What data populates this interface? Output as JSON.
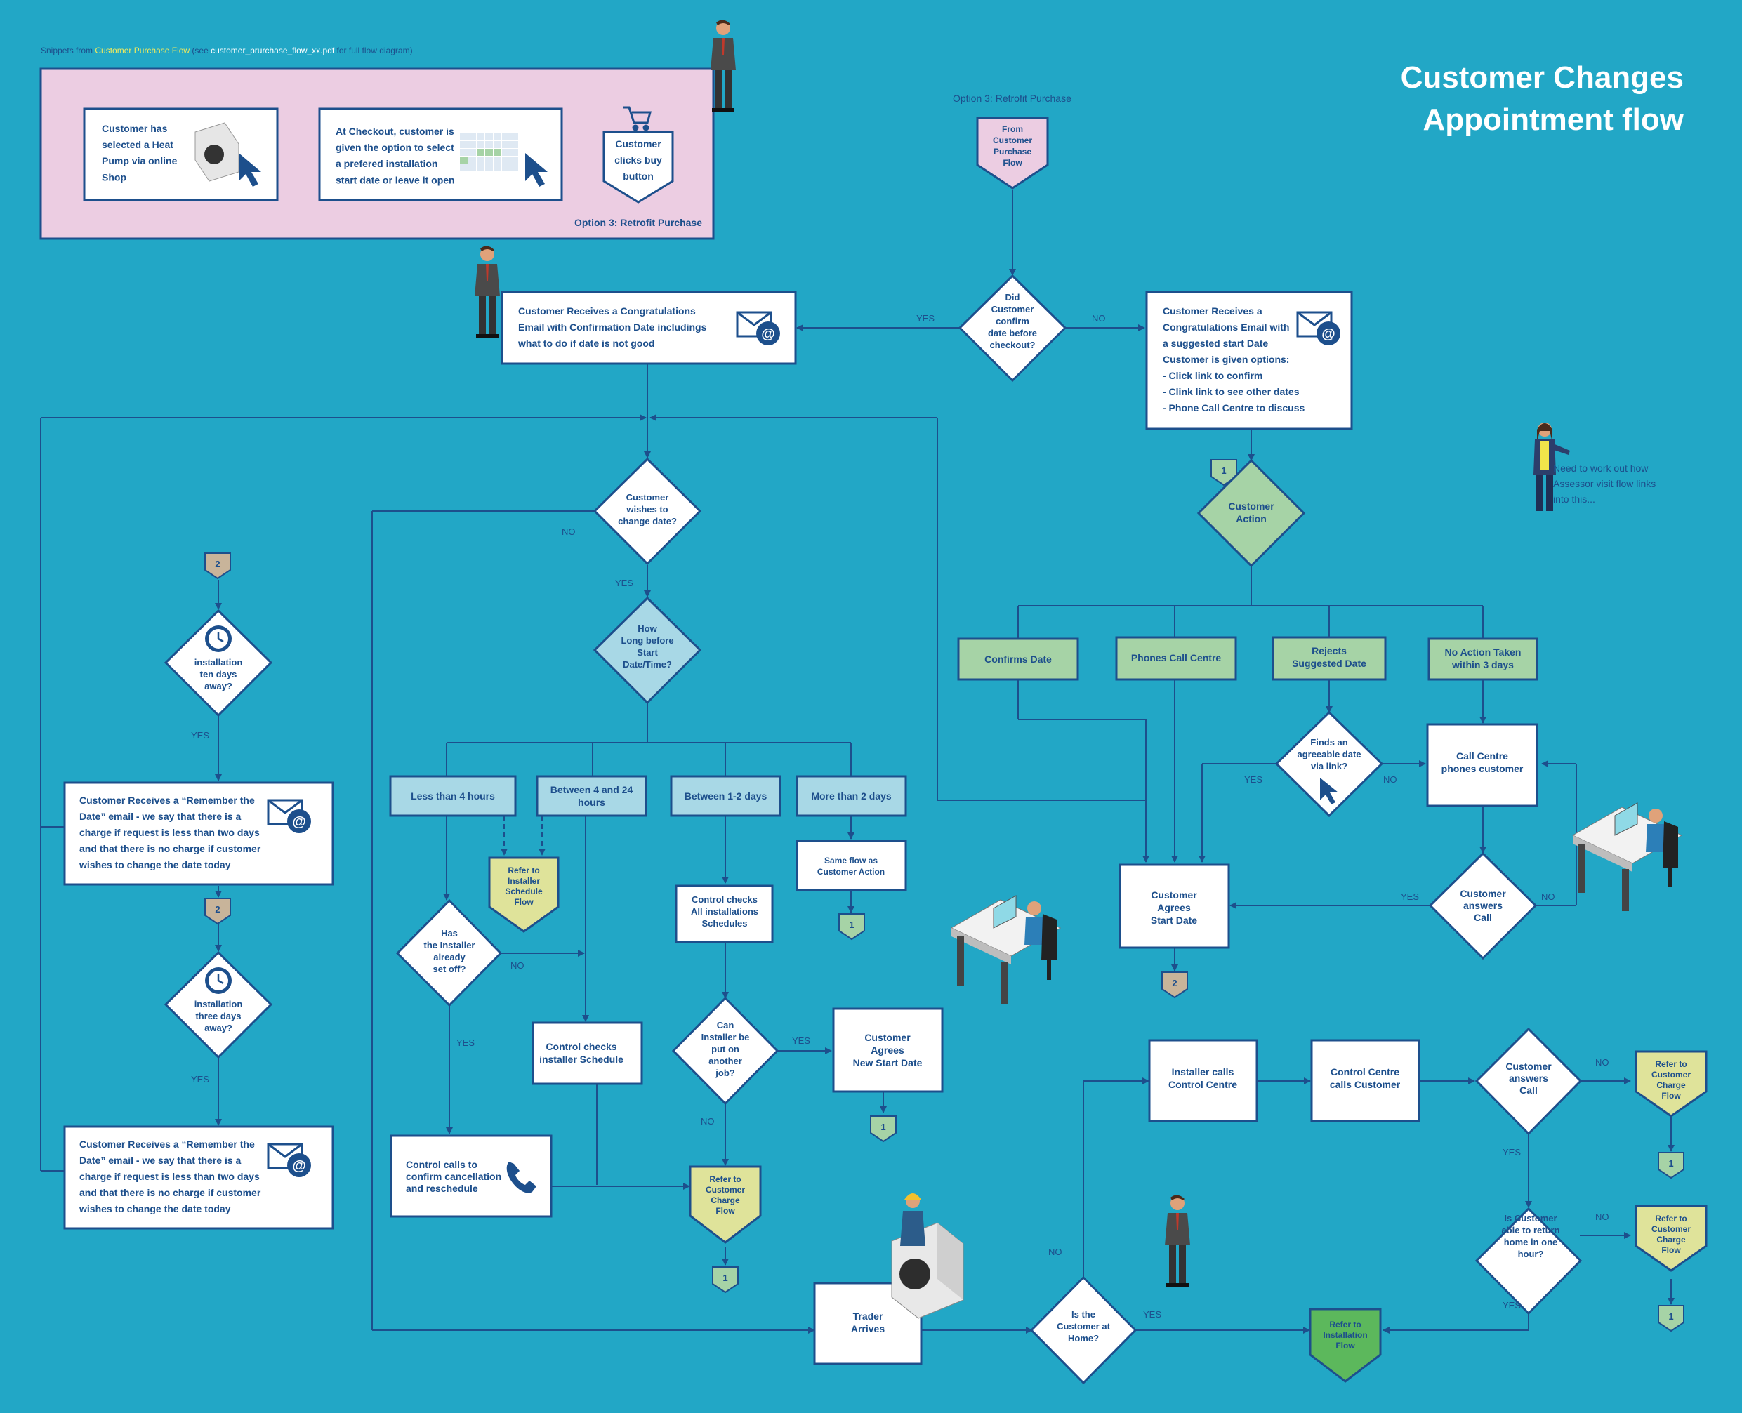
{
  "title": {
    "line1": "Customer Changes",
    "line2": "Appointment flow"
  },
  "snippet": {
    "prefix": "Snippets from ",
    "link": "Customer Purchase Flow",
    "mid": " (see ",
    "file": "customer_prurchase_flow_xx.pdf",
    "suffix": " for full flow diagram)",
    "caption": "Option 3: Retrofit Purchase",
    "box1": [
      "Customer has",
      "selected a Heat",
      "Pump via online",
      "Shop"
    ],
    "box2": [
      "At Checkout, customer is",
      "given the option to select",
      "a prefered installation",
      "start date or leave it open"
    ],
    "buy": [
      "Customer",
      "clicks buy",
      "button"
    ]
  },
  "option3_label": "Option 3: Retrofit Purchase",
  "from_purchase": [
    "From",
    "Customer",
    "Purchase",
    "Flow"
  ],
  "did_confirm": [
    "Did",
    "Customer",
    "confirm",
    "date before",
    "checkout?"
  ],
  "yes": "YES",
  "no": "NO",
  "email_confirmation": [
    "Customer Receives a Congratulations",
    "Email with Confirmation Date includings",
    "what to do if date is not good"
  ],
  "email_suggested": [
    "Customer Receives a",
    "Congratulations Email with",
    "a suggested start Date",
    "Customer is given options:",
    "- Click link to confirm",
    "- Clink link to see other dates",
    "- Phone Call Centre to discuss"
  ],
  "assessor_note": [
    "Need to work out how",
    "Assessor visit flow links",
    "into this..."
  ],
  "customer_action": [
    "Customer",
    "Action"
  ],
  "actions": [
    [
      "Confirms Date"
    ],
    [
      "Phones Call Centre"
    ],
    [
      "Rejects",
      "Suggested Date"
    ],
    [
      "No Action Taken",
      "within 3 days"
    ]
  ],
  "agreeable": [
    "Finds an",
    "agreeable date",
    "via link?"
  ],
  "call_centre_phones": [
    "Call Centre",
    "phones customer"
  ],
  "answers_call": [
    "Customer",
    "answers",
    "Call"
  ],
  "agrees_start": [
    "Customer",
    "Agrees",
    "Start Date"
  ],
  "wishes_change": [
    "Customer",
    "wishes to",
    "change date?"
  ],
  "how_long": [
    "How",
    "Long before",
    "Start",
    "Date/Time?"
  ],
  "ranges": [
    [
      "Less than 4 hours"
    ],
    [
      "Between 4 and 24",
      "hours"
    ],
    [
      "Between 1-2 days"
    ],
    [
      "More than 2 days"
    ]
  ],
  "refer_schedule": [
    "Refer to",
    "Installer",
    "Schedule",
    "Flow"
  ],
  "same_flow": [
    "Same flow as",
    "Customer Action"
  ],
  "installer_set_off": [
    "Has",
    "the Installer",
    "already",
    "set off?"
  ],
  "control_checks_all": [
    "Control checks",
    "All installations",
    "Schedules"
  ],
  "control_checks_installer": [
    "Control checks",
    "installer Schedule"
  ],
  "can_installer": [
    "Can",
    "Installer be",
    "put on",
    "another",
    "job?"
  ],
  "agrees_new": [
    "Customer",
    "Agrees",
    "New Start Date"
  ],
  "control_calls": [
    "Control calls to",
    "confirm cancellation",
    "and reschedule"
  ],
  "refer_charge": [
    "Refer to",
    "Customer",
    "Charge",
    "Flow"
  ],
  "ten_days": [
    "installation",
    "ten days",
    "away?"
  ],
  "three_days": [
    "installation",
    "three days",
    "away?"
  ],
  "remember": [
    "Customer Receives a “Remember the",
    "Date” email - we say that there is a",
    "charge if request is less than two days",
    "and that there is no charge if customer",
    "wishes to change the date today"
  ],
  "trader_arrives": [
    "Trader",
    "Arrives"
  ],
  "at_home": [
    "Is the",
    "Customer at",
    "Home?"
  ],
  "installer_calls": [
    "Installer calls",
    "Control Centre"
  ],
  "control_calls_customer": [
    "Control Centre",
    "calls Customer"
  ],
  "return_home": [
    "Is Customer",
    "able to return",
    "home in one",
    "hour?"
  ],
  "refer_installation": [
    "Refer to",
    "Installation",
    "Flow"
  ],
  "markers": {
    "one": "1",
    "two": "2"
  },
  "colors": {
    "background": "#22a7c6",
    "box_border": "#1d4f8c",
    "text": "#1d4f8c",
    "option_fill": "#a6d3a6",
    "range_fill": "#a8d8e6",
    "refer_fill": "#dfe39a",
    "pink_fill": "#eccde2",
    "install_fill": "#5cb85c",
    "marker_tan": "#c8b49a"
  },
  "icons": [
    "email-icon",
    "clock-icon",
    "phone-icon",
    "cart-icon",
    "cursor-icon",
    "person-icon",
    "desk-operator-icon",
    "heat-pump-icon",
    "calendar-icon"
  ]
}
